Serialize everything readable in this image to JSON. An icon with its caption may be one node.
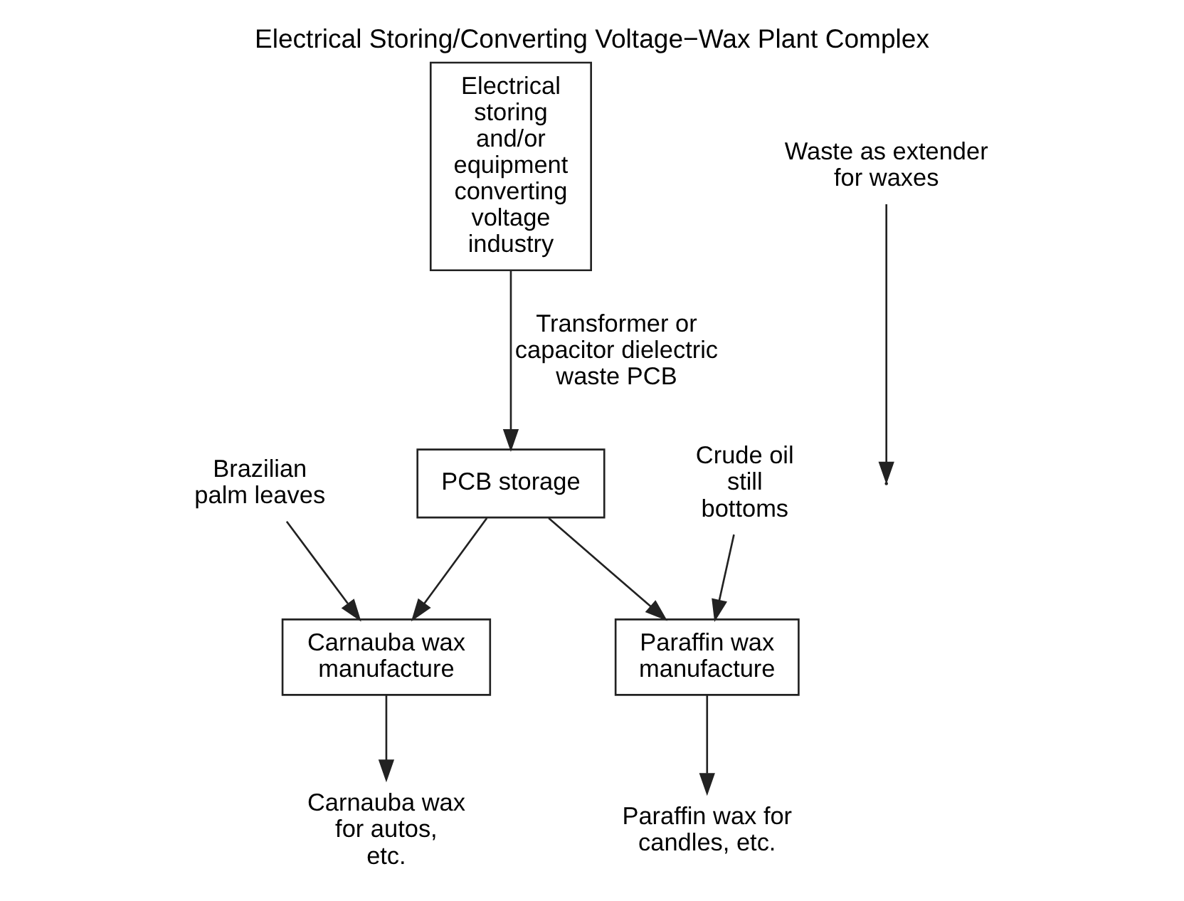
{
  "diagram": {
    "title": "Electrical Storing/Converting Voltage−Wax Plant Complex",
    "nodes": [
      {
        "text": [
          "Electrical storing and/or equipment converting voltage industry"
        ]
      },
      {
        "text": [
          "PCB storage"
        ]
      },
      {
        "text": [
          "Brazilian palm leaves"
        ]
      },
      {
        "text": [
          "Crude oil still bottoms"
        ]
      },
      {
        "text": [
          "Carnauba wax manufacture"
        ]
      },
      {
        "text": [
          "Paraffin wax manufacture"
        ]
      },
      {
        "text": [
          "Waste as extender for waxes"
        ]
      },
      {
        "text": [
          "Carnauba wax for autos, etc."
        ]
      },
      {
        "text": [
          "Paraffin wax for candles, etc."
        ]
      }
    ],
    "edges": [
      {
        "from": 0,
        "to": 1,
        "arrow": "to",
        "label": "Transformer or capacitor dielectric waste PCB"
      },
      {
        "from": 1,
        "to": 4,
        "arrow": "to"
      },
      {
        "from": 1,
        "to": 5,
        "arrow": "to"
      },
      {
        "from": 2,
        "to": 4,
        "arrow": "to"
      },
      {
        "from": 3,
        "to": 5,
        "arrow": "to"
      },
      {
        "from": 6,
        "to": null,
        "arrow": "to"
      },
      {
        "from": 4,
        "to": 7,
        "arrow": "to"
      },
      {
        "from": 5,
        "to": 8,
        "arrow": "to"
      }
    ]
  }
}
